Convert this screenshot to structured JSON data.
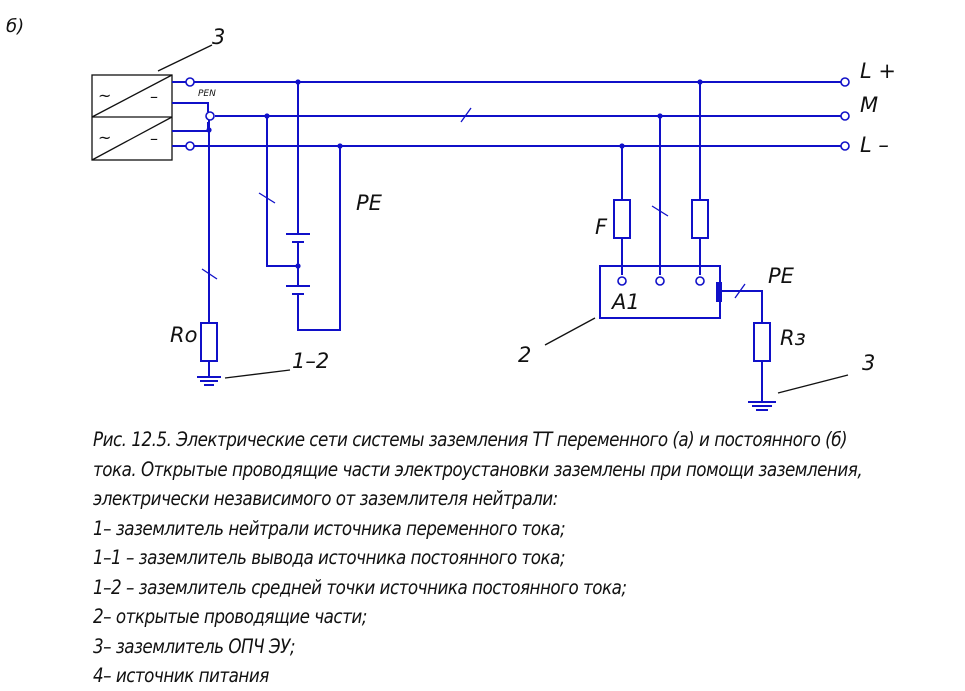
{
  "figure": {
    "panel_label": "б)",
    "labels": {
      "source_ref": "3",
      "pen": "PEN",
      "line_plus": "L +",
      "line_mid": "M",
      "line_minus": "L –",
      "pe_left": "PE",
      "fuse": "F",
      "device": "A1",
      "pe_right": "PE",
      "r_neutral": "Ro",
      "r_ground": "Rз",
      "ground_mid_ref": "1–2",
      "device_ref": "2",
      "ground_right_ref": "3",
      "ac_symbol": "~",
      "dc_symbol": "–"
    }
  },
  "caption": {
    "lines": [
      "Рис. 12.5. Электрические сети системы заземления ТТ переменного (а) и постоянного (б)",
      "тока. Открытые проводящие части электроустановки заземлены при помощи заземления,",
      "электрически независимого от заземлителя нейтрали:",
      "1– заземлитель нейтрали источника переменного тока;",
      "1–1 –  заземлитель вывода источника постоянного тока;",
      "1–2 – заземлитель средней точки источника постоянного тока;",
      "2– открытые проводящие части;",
      "3– заземлитель ОПЧ ЭУ;",
      "4– источник питания"
    ]
  }
}
